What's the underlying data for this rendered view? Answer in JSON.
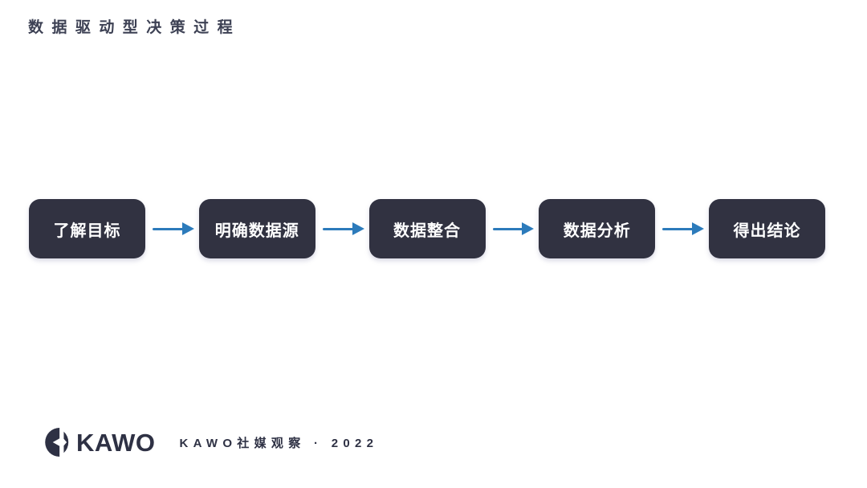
{
  "header": {
    "title": "数据驱动型决策过程"
  },
  "flow": {
    "steps": [
      {
        "label": "了解目标"
      },
      {
        "label": "明确数据源"
      },
      {
        "label": "数据整合"
      },
      {
        "label": "数据分析"
      },
      {
        "label": "得出结论"
      }
    ]
  },
  "footer": {
    "brand": "KAWO",
    "caption": "KAWO社媒观察 · 2022"
  },
  "icons": {
    "logo": "kawo-logo-icon",
    "arrow": "arrow-right-icon"
  },
  "colors": {
    "box-bg": "#313241",
    "box-text": "#ffffff",
    "arrow-blue": "#2c7bbb",
    "title-text": "#3d4154",
    "brand-text": "#2e3144"
  }
}
